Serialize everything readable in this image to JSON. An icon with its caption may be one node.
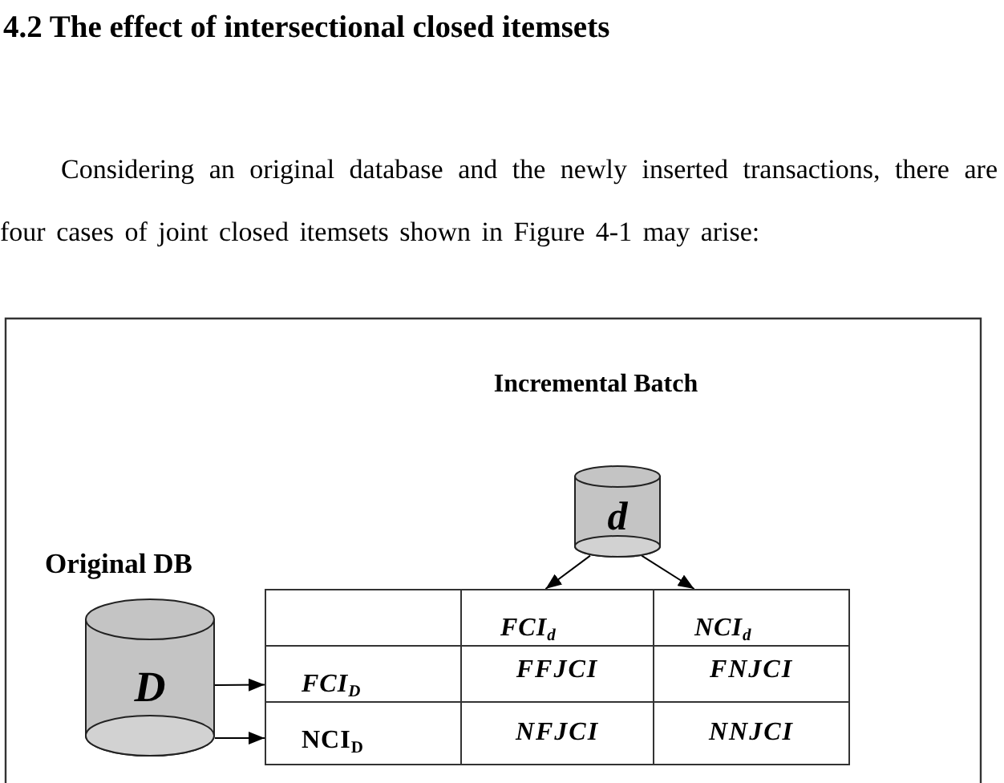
{
  "diagram": {
    "title": "4.2 The effect of intersectional closed itemsets",
    "nodes": [
      {
        "text": [
          "Incremental Batch",
          "d"
        ]
      },
      {
        "text": [
          "Original DB",
          "D"
        ]
      },
      {
        "text": [],
        "shape": "box"
      },
      {
        "text": [
          "FCI$_{d}$"
        ]
      },
      {
        "text": [
          "NCI$_{d}$"
        ]
      },
      {
        "text": [
          "FCI$_{D}$"
        ]
      },
      {
        "text": [
          "FFJCI"
        ]
      },
      {
        "text": [
          "FNJCI"
        ]
      },
      {
        "text": [
          "NCI$_{D}$"
        ]
      },
      {
        "text": [
          "NFJCI"
        ]
      },
      {
        "text": [
          "NNJCI"
        ]
      }
    ],
    "edges": [
      {
        "from": 0,
        "to": 3,
        "arrow": "to"
      },
      {
        "from": 0,
        "to": 4,
        "arrow": "to"
      },
      {
        "from": 1,
        "to": 5,
        "arrow": "to"
      },
      {
        "from": 1,
        "to": 8,
        "arrow": "to"
      }
    ],
    "labels": [
      "Considering an original database and the newly inserted transactions, there are four cases of joint closed itemsets shown in Figure 4-1 may arise:"
    ]
  }
}
